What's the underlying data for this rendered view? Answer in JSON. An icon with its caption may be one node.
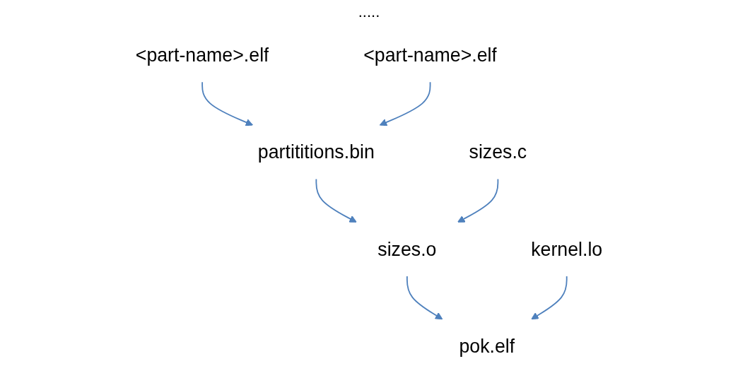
{
  "diagram": {
    "nodes": [
      {
        "text": [
          "<part-name>.elf"
        ]
      },
      {
        "text": [
          "<part-name>.elf"
        ]
      },
      {
        "text": [
          "partititions.bin"
        ]
      },
      {
        "text": [
          "sizes.c"
        ]
      },
      {
        "text": [
          "sizes.o"
        ]
      },
      {
        "text": [
          "kernel.lo"
        ]
      },
      {
        "text": [
          "pok.elf"
        ]
      }
    ],
    "edges": [
      {
        "from": 0,
        "to": 2,
        "arrow": "to"
      },
      {
        "from": 1,
        "to": 2,
        "arrow": "to"
      },
      {
        "from": 2,
        "to": 4,
        "arrow": "to"
      },
      {
        "from": 3,
        "to": 4,
        "arrow": "to"
      },
      {
        "from": 4,
        "to": 6,
        "arrow": "to"
      },
      {
        "from": 5,
        "to": 6,
        "arrow": "to"
      }
    ],
    "labels": [
      "....."
    ]
  }
}
